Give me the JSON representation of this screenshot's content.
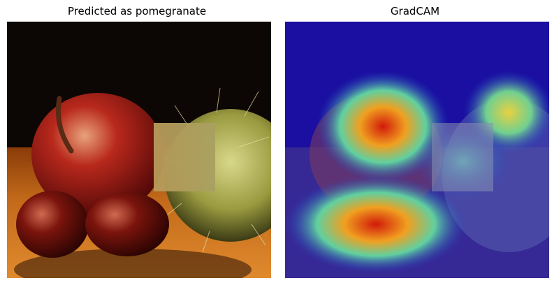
{
  "panels": [
    {
      "title": "Predicted as pomegranate",
      "image": "photo of a red apple, two horse chestnuts and a spiky chestnut husk on a wooden table, with a blurred occlusion patch"
    },
    {
      "title": "GradCAM",
      "image": "Grad-CAM heatmap overlay on the same photo"
    }
  ],
  "colors": {
    "background": "#ffffff",
    "heatmap_low": "#1a0fa0",
    "heatmap_high": "#d21a0a"
  }
}
